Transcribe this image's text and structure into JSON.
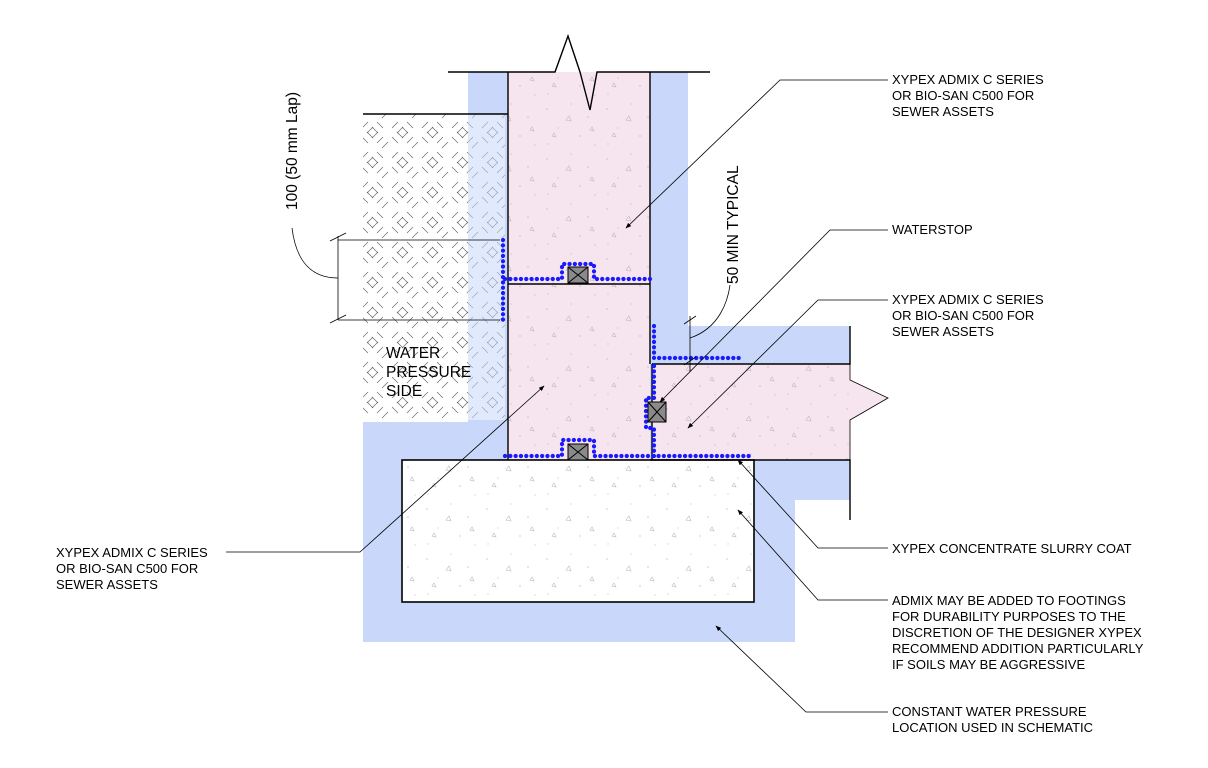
{
  "colors": {
    "pressure_zone": "#c9d8fa",
    "concrete": "#f6e4ee",
    "footing": "#ffffff",
    "treatment_line": "#1a1aff",
    "waterstop": "#8a8a8a"
  },
  "labels": {
    "wall_admix_top": [
      "XYPEX ADMIX C SERIES",
      "OR BIO-SAN C500 FOR",
      "SEWER ASSETS"
    ],
    "waterstop": [
      "WATERSTOP"
    ],
    "slab_admix": [
      "XYPEX ADMIX C SERIES",
      "OR BIO-SAN C500 FOR",
      "SEWER ASSETS"
    ],
    "slurry_coat": [
      "XYPEX CONCENTRATE SLURRY COAT"
    ],
    "footing_admix": [
      "ADMIX MAY BE ADDED TO FOOTINGS",
      "FOR DURABILITY PURPOSES TO THE",
      "DISCRETION OF THE DESIGNER XYPEX",
      "RECOMMEND ADDITION PARTICULARLY",
      "IF SOILS MAY BE AGGRESSIVE"
    ],
    "constant_pressure": [
      "CONSTANT WATER PRESSURE",
      "LOCATION USED IN SCHEMATIC"
    ],
    "wall_admix_left": [
      "XYPEX ADMIX C SERIES",
      "OR BIO-SAN C500 FOR",
      "SEWER ASSETS"
    ],
    "water_pressure_side": [
      "WATER",
      "PRESSURE",
      "SIDE"
    ],
    "lap_dimension": "100 (50 mm Lap)",
    "min_typical_dimension": "50 MIN TYPICAL"
  },
  "icons": {
    "waterstop": "crossed-box-icon",
    "soil": "diagonal-hatch-pattern"
  }
}
